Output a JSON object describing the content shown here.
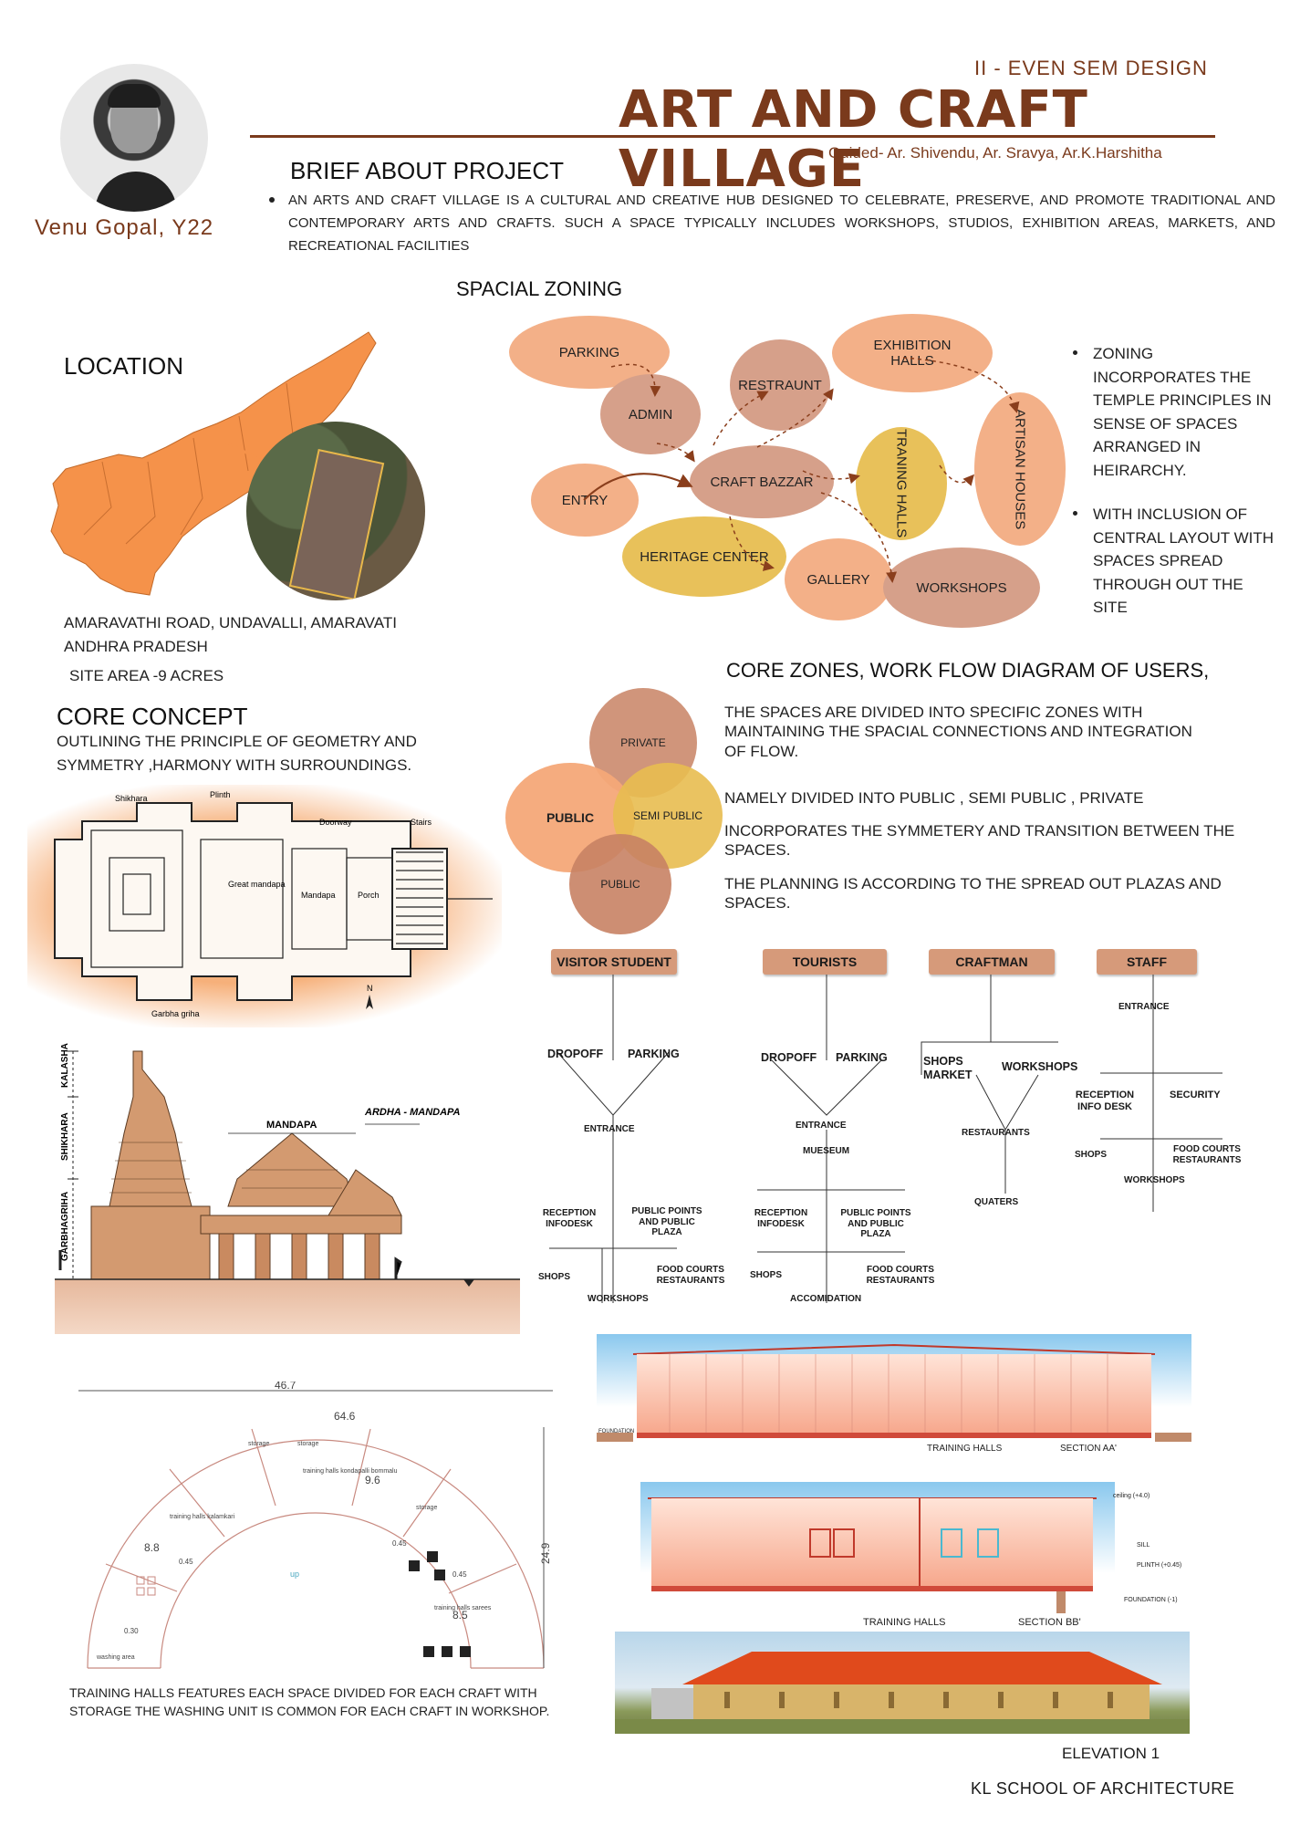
{
  "header": {
    "semester": "II - EVEN SEM DESIGN",
    "title": "ART AND CRAFT VILLAGE",
    "guided": "Guided-  Ar. Shivendu,  Ar. Sravya,  Ar.K.Harshitha",
    "student": "Venu Gopal,  Y22"
  },
  "brief": {
    "heading": "BRIEF ABOUT PROJECT",
    "text": "AN ARTS AND CRAFT VILLAGE IS A CULTURAL AND CREATIVE HUB DESIGNED TO CELEBRATE, PRESERVE, AND PROMOTE TRADITIONAL AND CONTEMPORARY ARTS AND CRAFTS. SUCH A SPACE TYPICALLY INCLUDES WORKSHOPS, STUDIOS, EXHIBITION AREAS, MARKETS, AND RECREATIONAL FACILITIES"
  },
  "location": {
    "heading": "LOCATION",
    "address_line1": "AMARAVATHI ROAD, UNDAVALLI, AMARAVATI",
    "address_line2": "ANDHRA PRADESH",
    "site_area": "SITE AREA -9 ACRES"
  },
  "zoning": {
    "heading": "SPACIAL ZONING",
    "bubbles": {
      "parking": "PARKING",
      "admin": "ADMIN",
      "restraunt": "RESTRAUNT",
      "exhibition": "EXHIBITION HALLS",
      "entry": "ENTRY",
      "craft_bazzar": "CRAFT BAZZAR",
      "traning_halls": "TRANING HALLS",
      "artisan_houses": "ARTISAN HOUSES",
      "heritage_center": "HERITAGE CENTER",
      "gallery": "GALLERY",
      "workshops": "WORKSHOPS"
    },
    "notes": [
      "ZONING INCORPORATES THE TEMPLE PRINCIPLES IN SENSE OF SPACES ARRANGED IN HEIRARCHY.",
      "WITH INCLUSION OF CENTRAL LAYOUT WITH SPACES SPREAD THROUGH OUT THE SITE"
    ]
  },
  "concept": {
    "heading": "CORE CONCEPT",
    "text": "OUTLINING THE PRINCIPLE OF GEOMETRY AND SYMMETRY ,HARMONY WITH SURROUNDINGS.",
    "plan_labels": {
      "shikhara": "Shikhara",
      "plinth": "Plinth",
      "doorway": "Doorway",
      "stairs": "Stairs",
      "great_mandapa": "Great mandapa",
      "mandapa": "Mandapa",
      "porch": "Porch",
      "garbha_griha": "Garbha griha",
      "north": "N"
    },
    "elevation_labels": {
      "kalasha": "KALASHA",
      "shikhara": "SHIKHARA",
      "garbhagriha": "GARBHAGRIHA",
      "mandapa": "MANDAPA",
      "ardha_mandapa": "ARDHA - MANDAPA"
    }
  },
  "core_zones": {
    "heading": "CORE ZONES, WORK FLOW DIAGRAM OF USERS,",
    "venn": {
      "private": "PRIVATE",
      "public_main": "PUBLIC",
      "semi_public": "SEMI PUBLIC",
      "public_small": "PUBLIC"
    },
    "paragraphs": [
      "THE SPACES ARE DIVIDED INTO SPECIFIC ZONES WITH MAINTAINING THE SPACIAL CONNECTIONS AND INTEGRATION OF FLOW.",
      "NAMELY DIVIDED INTO PUBLIC , SEMI PUBLIC , PRIVATE",
      "INCORPORATES THE SYMMETERY AND TRANSITION BETWEEN THE SPACES.",
      "THE PLANNING IS ACCORDING TO THE SPREAD OUT PLAZAS AND SPACES."
    ]
  },
  "flows": {
    "visitor": {
      "head": "VISITOR STUDENT",
      "dropoff": "DROPOFF",
      "parking": "PARKING",
      "entrance": "ENTRANCE",
      "reception": "RECEPTION INFODESK",
      "public_points": "PUBLIC POINTS AND PUBLIC PLAZA",
      "shops": "SHOPS",
      "food": "FOOD COURTS RESTAURANTS",
      "workshops": "WORKSHOPS"
    },
    "tourists": {
      "head": "TOURISTS",
      "dropoff": "DROPOFF",
      "parking": "PARKING",
      "entrance": "ENTRANCE",
      "museum": "MUESEUM",
      "reception": "RECEPTION INFODESK",
      "public_points": "PUBLIC POINTS AND PUBLIC PLAZA",
      "shops": "SHOPS",
      "food": "FOOD COURTS RESTAURANTS",
      "accomodation": "ACCOMIDATION"
    },
    "craftman": {
      "head": "CRAFTMAN",
      "shops_market": "SHOPS MARKET",
      "workshops": "WORKSHOPS",
      "restaurants": "RESTAURANTS",
      "quaters": "QUATERS"
    },
    "staff": {
      "head": "STAFF",
      "entrance": "ENTRANCE",
      "reception": "RECEPTION INFO DESK",
      "security": "SECURITY",
      "shops": "SHOPS",
      "food": "FOOD COURTS RESTAURANTS",
      "workshops": "WORKSHOPS"
    }
  },
  "training_plan": {
    "dims": {
      "top": "46.7",
      "arc": "64.6",
      "right": "24.9",
      "d1": "8.8",
      "d2": "9.6",
      "d3": "8.5"
    },
    "rooms": [
      "storage",
      "storage",
      "training halls kondapalli bommalu",
      "training halls kalamkari",
      "storage",
      "training halls sarees",
      "washing area"
    ],
    "levels": [
      "0.45",
      "0.45",
      "0.45",
      "0.30"
    ],
    "up": "up",
    "note": "TRAINING HALLS FEATURES EACH SPACE DIVIDED FOR EACH CRAFT WITH STORAGE THE WASHING UNIT IS COMMON FOR EACH CRAFT  IN WORKSHOP."
  },
  "sections": {
    "aa": {
      "left": "TRAINING HALLS",
      "right": "SECTION AA'",
      "foundation": "FOUNDATION"
    },
    "bb": {
      "left": "TRAINING HALLS",
      "right": "SECTION BB'",
      "ceiling": "ceiling (+4.0)",
      "sill": "SILL",
      "plinth": "PLINTH (+0.45)",
      "foundation": "FOUNDATION (-1)"
    },
    "elevation": "ELEVATION 1"
  },
  "footer": "KL SCHOOL OF ARCHITECTURE",
  "colors": {
    "accent": "#7a3a1c",
    "orange": "#f0a878",
    "tan": "#d8a288",
    "yellow": "#e8c15a",
    "map": "#f5924a"
  }
}
